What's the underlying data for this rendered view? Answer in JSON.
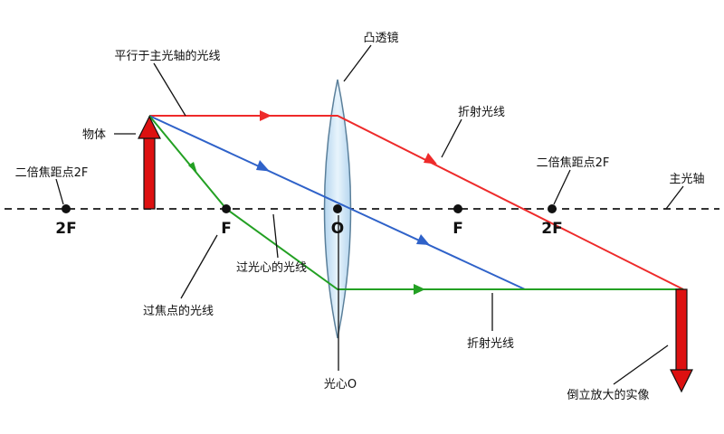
{
  "labels": {
    "lens": "凸透镜",
    "parallel_ray": "平行于主光轴的光线",
    "object": "物体",
    "two_focal_left": "二倍焦距点2F",
    "refracted_top": "折射光线",
    "two_focal_right": "二倍焦距点2F",
    "principal_axis": "主光轴",
    "center_ray": "过光心的光线",
    "focal_ray": "过焦点的光线",
    "refracted_bottom": "折射光线",
    "optical_center": "光心O",
    "image": "倒立放大的实像"
  },
  "points": {
    "two_f_left": "2F",
    "f_left": "F",
    "o": "O",
    "f_right": "F",
    "two_f_right": "2F"
  },
  "colors": {
    "parallel_ray": "#ee2a2a",
    "center_ray": "#2f62c9",
    "focal_ray": "#23a023",
    "object_arrow": "#dd1111",
    "image_arrow": "#dd1111",
    "lens_fill": "#cfe6f7",
    "axis": "#333333"
  }
}
